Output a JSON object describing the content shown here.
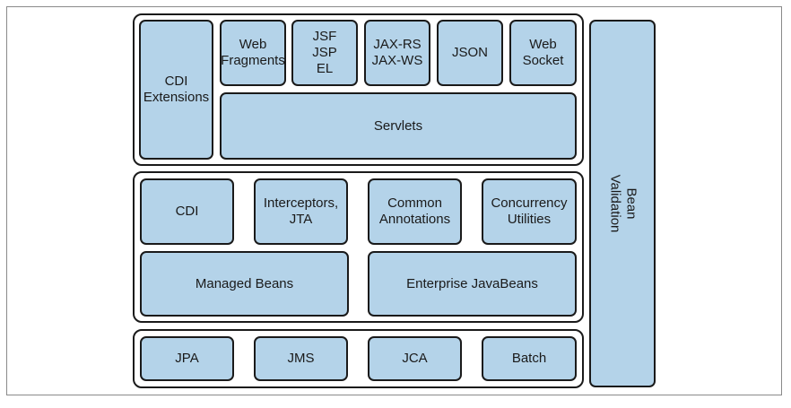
{
  "components": {
    "cdi_extensions": "CDI\nExtensions",
    "web_fragments": "Web\nFragments",
    "jsf_jsp_el": "JSF\nJSP\nEL",
    "jaxrs_jaxws": "JAX-RS\nJAX-WS",
    "json": "JSON",
    "web_socket": "Web\nSocket",
    "servlets": "Servlets",
    "cdi": "CDI",
    "interceptors_jta": "Interceptors,\nJTA",
    "common_annotations": "Common\nAnnotations",
    "concurrency_utilities": "Concurrency\nUtilities",
    "managed_beans": "Managed Beans",
    "enterprise_javabeans": "Enterprise JavaBeans",
    "jpa": "JPA",
    "jms": "JMS",
    "jca": "JCA",
    "batch": "Batch",
    "bean_validation": "Bean\nValidation"
  },
  "colors": {
    "box_fill": "#b4d3e9",
    "border": "#1a1a1a"
  }
}
